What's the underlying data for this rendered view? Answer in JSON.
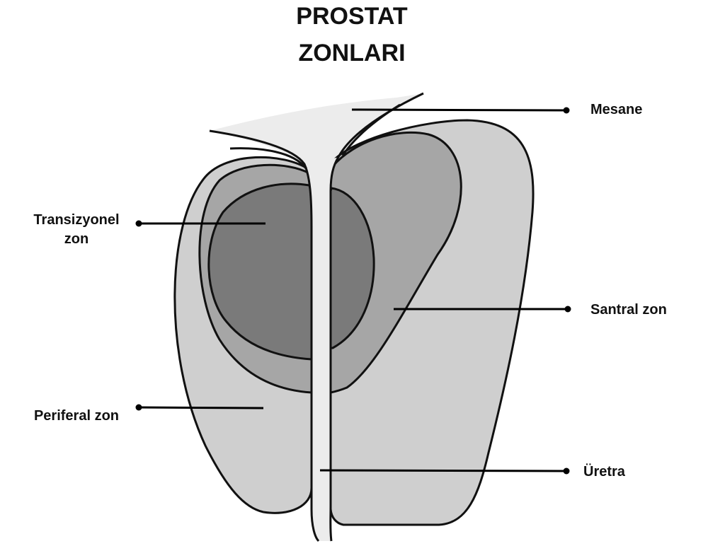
{
  "title": {
    "line1": "PROSTAT",
    "line2": "ZONLARI"
  },
  "labels": {
    "mesane": "Mesane",
    "transizyonel_line1": "Transizyonel",
    "transizyonel_line2": "zon",
    "santral": "Santral zon",
    "periferal": "Periferal zon",
    "uretra": "Üretra"
  },
  "colors": {
    "peripheral_zone": "#cfcfcf",
    "central_zone": "#a6a6a6",
    "transition_zone": "#7a7a7a",
    "urethra_bladder": "#ececec",
    "outline": "#111111"
  }
}
